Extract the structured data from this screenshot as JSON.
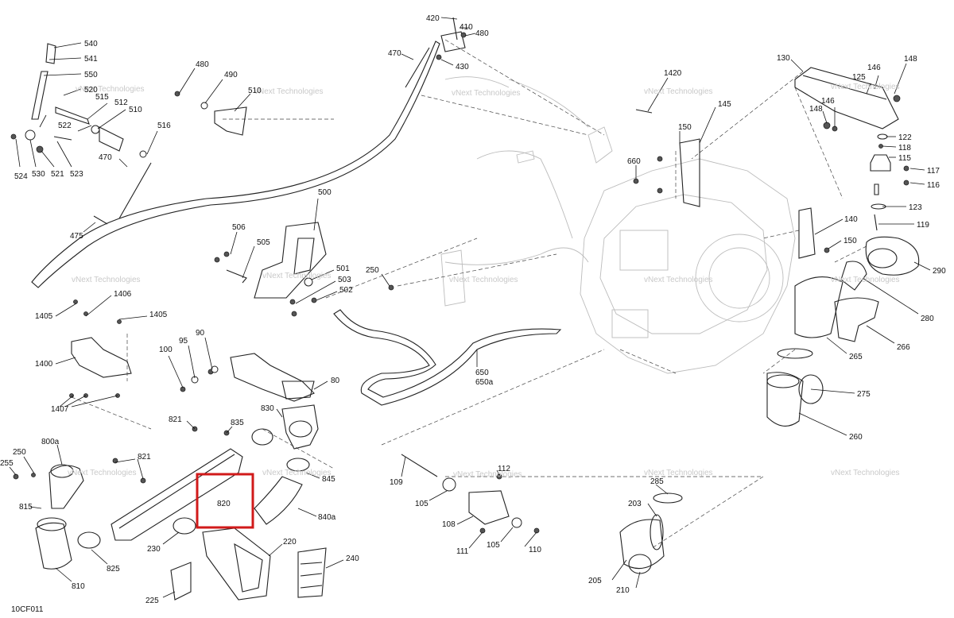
{
  "diagram_code": "10CF011",
  "watermark": "vNext Technologies",
  "highlight_colour": "#d11a1a",
  "callouts": [
    "540",
    "541",
    "550",
    "520",
    "515",
    "512",
    "510",
    "522",
    "516",
    "524",
    "530",
    "521",
    "523",
    "470",
    "475",
    "480",
    "490",
    "510",
    "420",
    "410",
    "480",
    "430",
    "470",
    "1420",
    "145",
    "150",
    "660",
    "130",
    "148",
    "146",
    "125",
    "148",
    "146",
    "122",
    "118",
    "115",
    "117",
    "116",
    "123",
    "119",
    "140",
    "150",
    "290",
    "280",
    "266",
    "265",
    "275",
    "260",
    "500",
    "506",
    "505",
    "501",
    "503",
    "502",
    "250",
    "1405",
    "1406",
    "1405",
    "1400",
    "1407",
    "100",
    "95",
    "90",
    "80",
    "650",
    "650a",
    "821",
    "835",
    "830",
    "845",
    "840a",
    "820",
    "800a",
    "250",
    "255",
    "821",
    "815",
    "810",
    "825",
    "230",
    "220",
    "240",
    "225",
    "109",
    "112",
    "105",
    "108",
    "111",
    "105",
    "110",
    "285",
    "203",
    "205",
    "210"
  ]
}
